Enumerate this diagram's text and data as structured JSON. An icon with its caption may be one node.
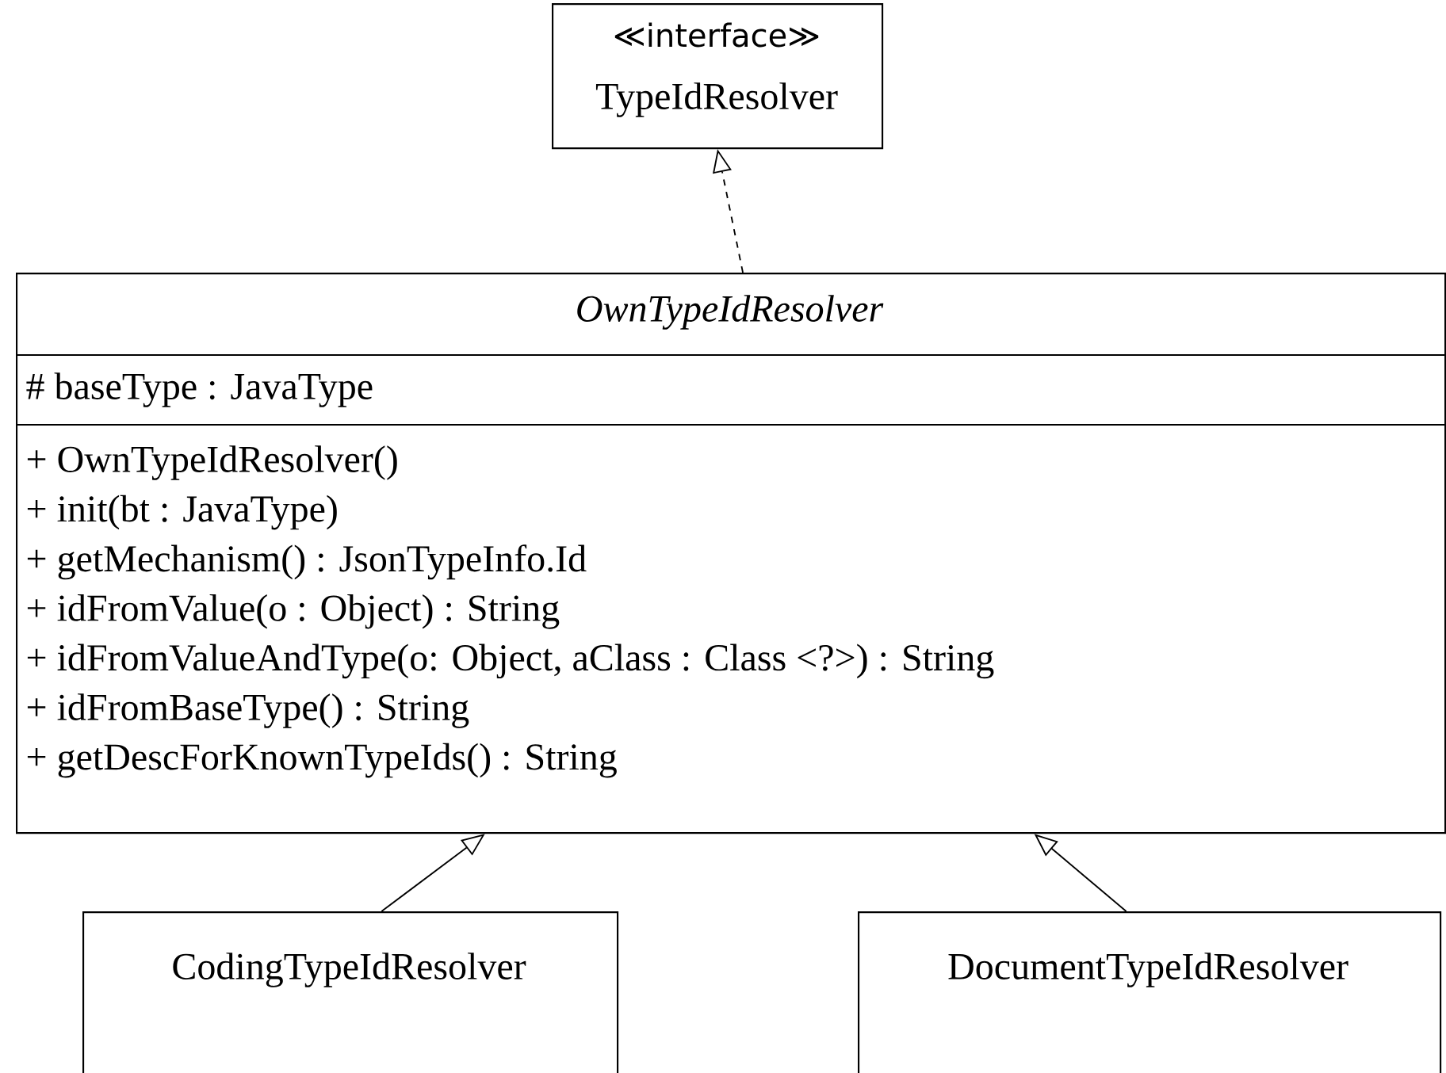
{
  "diagram": {
    "nodes": [
      {
        "text": [
          "≪interface≫",
          "TypeIdResolver"
        ]
      },
      {
        "text": [
          "OwnTypeIdResolver",
          "# baseType : JavaType",
          "+ OwnTypeIdResolver()",
          "+ init(bt : JavaType)",
          "+ getMechanism() : JsonTypeInfo.Id",
          "+ idFromValue(o : Object) : String",
          "+ idFromValueAndType(o: Object, aClass : Class <?>) : String",
          "+ idFromBaseType() : String",
          "+ getDescForKnownTypeIds() : String"
        ]
      },
      {
        "text": [
          "CodingTypeIdResolver"
        ]
      },
      {
        "text": [
          "DocumentTypeIdResolver"
        ]
      }
    ],
    "edges": [
      {
        "from": 1,
        "to": 0,
        "arrow": "to",
        "style": "dashed"
      },
      {
        "from": 2,
        "to": 1,
        "arrow": "to"
      },
      {
        "from": 3,
        "to": 1,
        "arrow": "to"
      }
    ]
  }
}
